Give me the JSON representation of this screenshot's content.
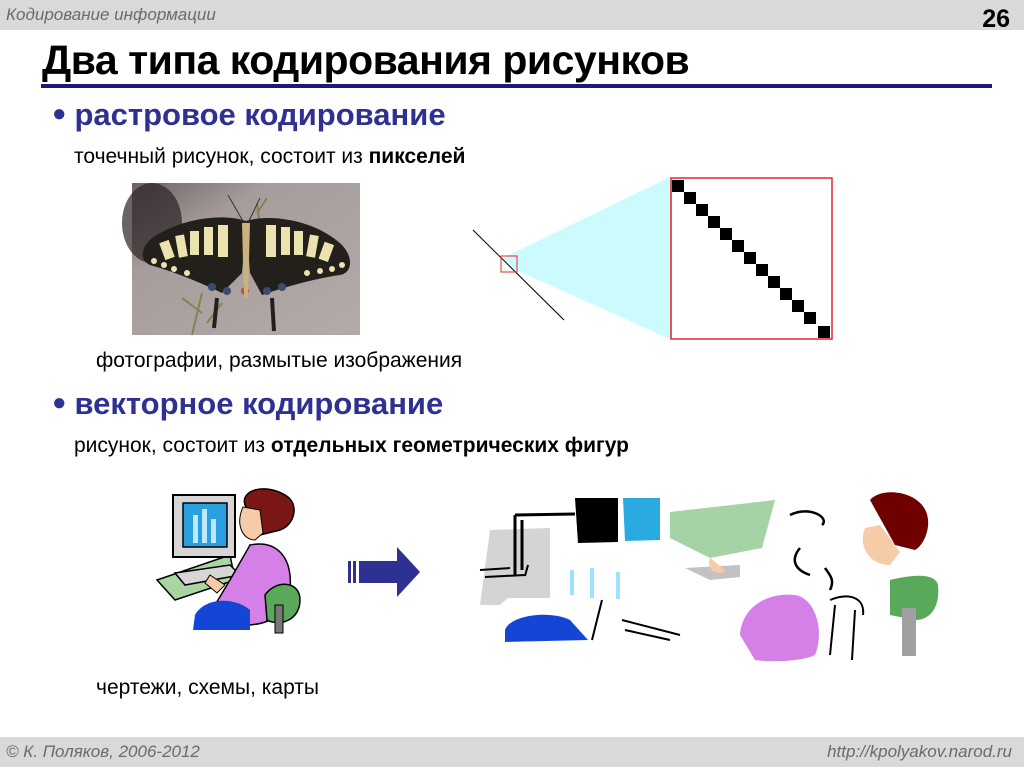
{
  "header": {
    "section_title": "Кодирование информации",
    "slide_number": "26"
  },
  "title": "Два типа кодирования рисунков",
  "raster": {
    "bullet": "растровое кодирование",
    "description_prefix": "точечный рисунок, состоит из ",
    "description_bold": "пикселей",
    "examples": "фотографии, размытые изображения",
    "images": {
      "photo": "butterfly-photo",
      "zoom_diagram": "line-pixel-magnification"
    }
  },
  "vector": {
    "bullet": "векторное кодирование",
    "description_prefix": "рисунок, состоит из ",
    "description_bold": "отдельных геометрических фигур",
    "examples": "чертежи, схемы, карты",
    "images": {
      "clipart": "woman-at-computer-clipart",
      "arrow": "right-arrow",
      "decomposed": "clipart-decomposed-shapes"
    }
  },
  "colors": {
    "accent": "#2e3192",
    "title_rule": "#1a1a7a",
    "bar_bg": "#d9d9d9",
    "bar_text": "#6b6b6b",
    "zoom_frame": "#e8262a",
    "zoom_beam": "#ccfbff"
  },
  "footer": {
    "copyright": "© К. Поляков, 2006-2012",
    "url": "http://kpolyakov.narod.ru"
  }
}
